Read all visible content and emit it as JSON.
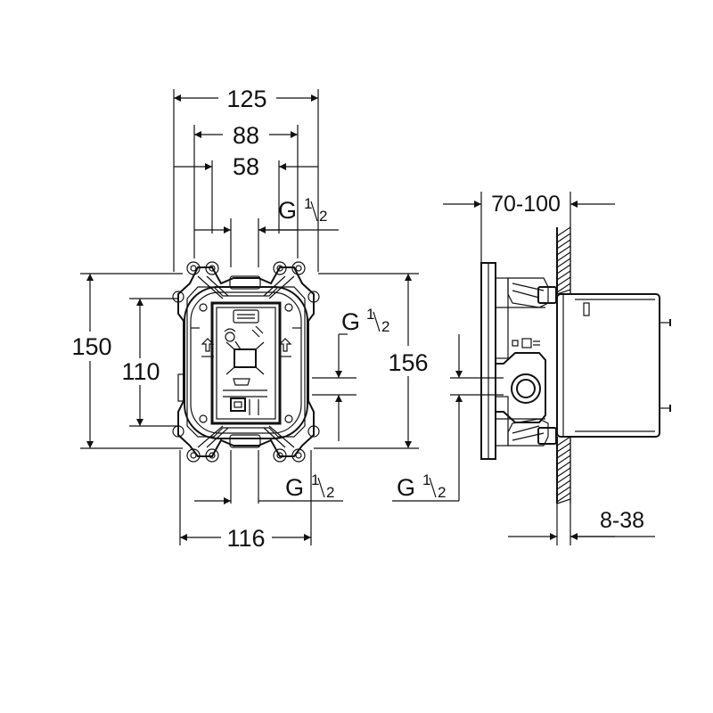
{
  "front_view": {
    "width_overall": "125",
    "width_inner": "88",
    "width_port": "58",
    "width_bottom": "116",
    "height_overall": "150",
    "height_inner": "110",
    "height_right": "156",
    "thread_top": {
      "g": "G",
      "num": "1",
      "den": "2"
    },
    "thread_right": {
      "g": "G",
      "num": "1",
      "den": "2"
    },
    "thread_bottom": {
      "g": "G",
      "num": "1",
      "den": "2"
    }
  },
  "side_view": {
    "depth_range": "70-100",
    "wall_range": "8-38",
    "thread_side": {
      "g": "G",
      "num": "1",
      "den": "2"
    }
  }
}
